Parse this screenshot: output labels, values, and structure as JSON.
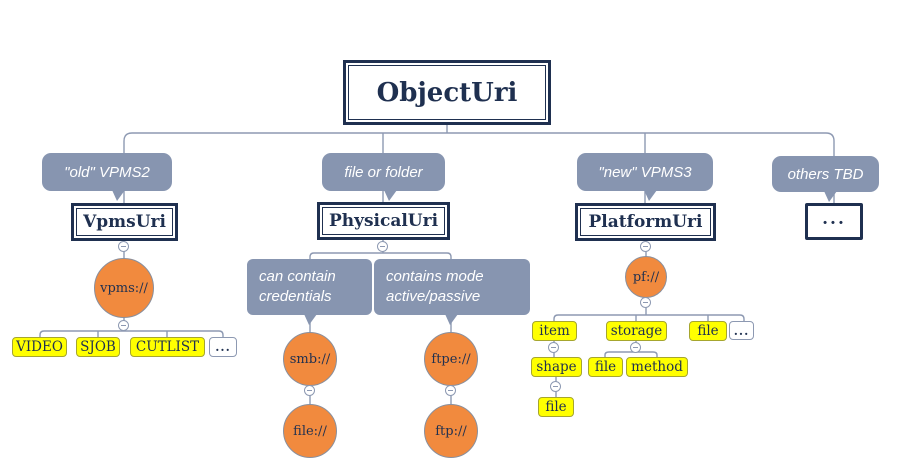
{
  "root": {
    "label": "ObjectUri"
  },
  "branch_vpms": {
    "callout": "\"old\" VPMS2",
    "node": "VpmsUri",
    "scheme": "vpms://",
    "types": [
      "VIDEO",
      "SJOB",
      "CUTLIST",
      "..."
    ]
  },
  "branch_physical": {
    "callout": "file or folder",
    "node": "PhysicalUri",
    "notes": [
      "can contain credentials",
      "contains mode active/passive"
    ],
    "schemes": {
      "smb": "smb://",
      "smb_child": "file://",
      "ftpe": "ftpe://",
      "ftpe_child": "ftp://"
    }
  },
  "branch_platform": {
    "callout": "\"new\" VPMS3",
    "node": "PlatformUri",
    "scheme": "pf://",
    "level1": [
      "item",
      "storage",
      "file",
      "..."
    ],
    "item_child": "shape",
    "storage_children": [
      "file",
      "method"
    ],
    "shape_child": "file"
  },
  "branch_others": {
    "callout": "others TBD",
    "node": "..."
  },
  "palette": {
    "navy": "#1F3050",
    "slate_gray": "#8795B0",
    "orange": "#F18A3E",
    "yellow": "#FFFF00",
    "line_gray": "#8D99B2"
  }
}
